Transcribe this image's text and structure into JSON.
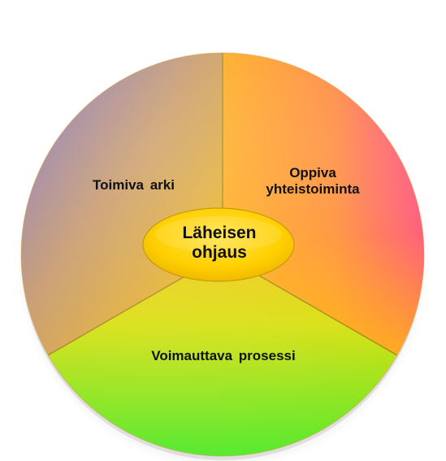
{
  "segments": [
    {
      "id": "left",
      "label": "Toimiva arki"
    },
    {
      "id": "right",
      "label_line1": "Oppiva",
      "label_line2": "yhteistoiminta"
    },
    {
      "id": "bottom",
      "label": "Voimauttava prosessi"
    }
  ],
  "center": {
    "label_line1": "Läheisen",
    "label_line2": "ohjaus"
  },
  "colors": {
    "left_top": "#8470c8",
    "left_bottom": "#ffc100",
    "right_top": "#ff9a1a",
    "right_side": "#ff4f8c",
    "bottom_top": "#f4d900",
    "bottom_bottom": "#5ee830",
    "center_fill": "#ffd200",
    "divider": "#b89a20"
  }
}
